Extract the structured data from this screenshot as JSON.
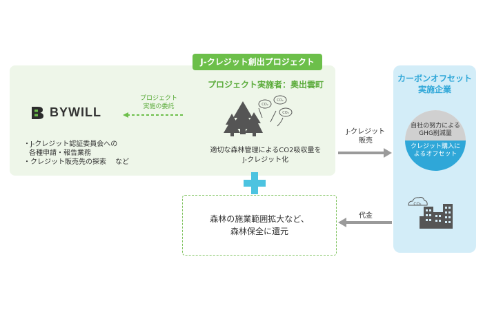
{
  "project": {
    "tab_label": "J-クレジット創出プロジェクト",
    "implementer": "プロジェクト実施者：奥出雲町",
    "forest_caption_line1": "適切な森林管理によるCO2吸収量を",
    "forest_caption_line2": "J-クレジット化"
  },
  "bywill": {
    "logo_text": "BYWILL",
    "duty1_line1": "・J-クレジット認証委員会への",
    "duty1_line2": "各種申請・報告業務",
    "duty2": "・クレジット販売先の探索　 など",
    "commission_line1": "プロジェクト",
    "commission_line2": "実施の委託"
  },
  "co2_badge": "CO₂",
  "flows": {
    "sale_line1": "J-クレジット",
    "sale_line2": "販売",
    "price": "代金"
  },
  "return": {
    "line1": "森林の施業範囲拡大など、",
    "line2": "森林保全に還元"
  },
  "carbon": {
    "title_line1": "カーボンオフセット",
    "title_line2": "実施企業",
    "own_effort_line1": "自社の努力による",
    "own_effort_line2": "GHG削減量",
    "offset_line1": "クレジット購入に",
    "offset_line2": "よるオフセット"
  },
  "colors": {
    "green": "#6cbf4a",
    "light_green": "#eef6e9",
    "blue": "#2fa7d8",
    "light_blue": "#d3edf8",
    "plus": "#4cc3e0",
    "gray": "#d0d0d0",
    "arrow": "#9a9a9a"
  }
}
